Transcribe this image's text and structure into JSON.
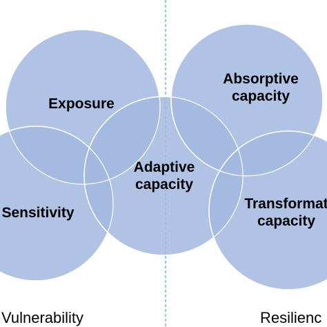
{
  "colors": {
    "circle_fill": "#A3B8DF",
    "overlap_fill": "#6F8DC9",
    "circle_stroke": "#FFFFFF",
    "divider": "#5B9BD5",
    "text": "#000000"
  },
  "circles": [
    {
      "id": "exposure",
      "label_lines": [
        "Exposure"
      ]
    },
    {
      "id": "sensitivity",
      "label_lines": [
        "Sensitivity"
      ]
    },
    {
      "id": "adaptive",
      "label_lines": [
        "Adaptive",
        "capacity"
      ]
    },
    {
      "id": "absorptive",
      "label_lines": [
        "Absorptive",
        "capacity"
      ]
    },
    {
      "id": "transformative",
      "label_lines": [
        "Transformat",
        "capacity"
      ]
    }
  ],
  "groups": {
    "left": "Vulnerability",
    "right": "Resilienc"
  }
}
